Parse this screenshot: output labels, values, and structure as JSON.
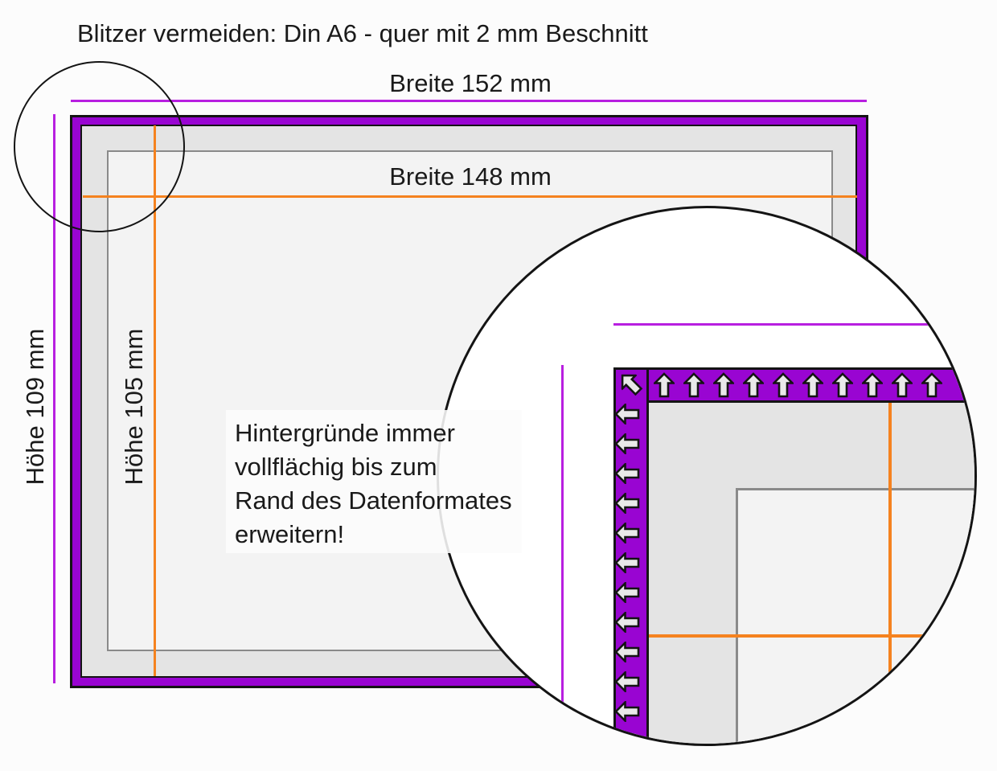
{
  "title": "Blitzer vermeiden: Din A6 - quer mit 2 mm Beschnitt",
  "dimensions": {
    "bleed_width": "Breite 152 mm",
    "trim_width": "Breite 148 mm",
    "bleed_height": "Höhe 109 mm",
    "trim_height": "Höhe 105 mm"
  },
  "note": {
    "lines": [
      "Hintergründe immer",
      "vollflächig bis zum",
      "Rand des Datenformates",
      "erweitern!"
    ]
  },
  "magnifier": {
    "up_arrow_count": 10,
    "left_arrow_count": 11,
    "has_corner_arrow": true
  },
  "colors": {
    "purple-bleed": "#9905D2",
    "magenta-dim": "#B81FE0",
    "orange-dim": "#F5821F",
    "gray-trim": "#E4E4E4",
    "gray-safe": "#F3F3F3",
    "safe-border": "#8A8A8A",
    "outline": "#141414",
    "arrow-fill": "#E9E9E9"
  }
}
